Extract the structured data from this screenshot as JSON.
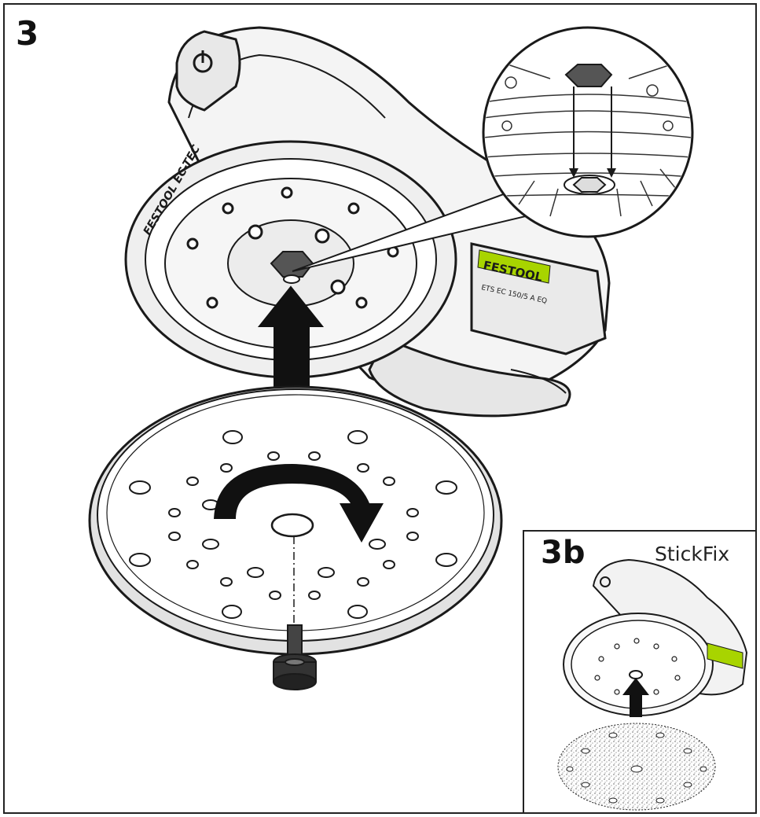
{
  "figure": {
    "step_main": "3",
    "inset": {
      "step": "3b",
      "title": "StickFix"
    },
    "brand_label": "FESTOOL",
    "model_label": "ETS EC 150/5 A EQ",
    "ring_label": "FESTOOL EC-TEC",
    "colors": {
      "line": "#1a1a1a",
      "fill_light": "#eeeeee",
      "fill_mid": "#d9d9d9",
      "accent": "#a8d400",
      "arrow": "#111111"
    }
  }
}
